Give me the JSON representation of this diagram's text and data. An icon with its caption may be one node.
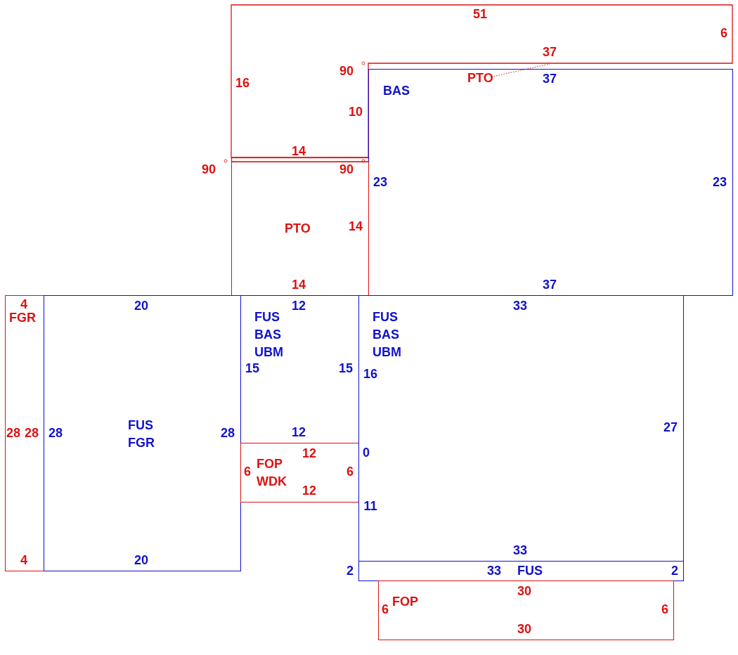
{
  "diagram": {
    "nodes": [
      {
        "text": [],
        "shape": "box"
      },
      {
        "text": [
          "BAS"
        ]
      },
      {
        "text": [
          "PTO"
        ],
        "in": 1
      },
      {
        "text": [
          "PTO"
        ]
      },
      {
        "text": [
          "FGR"
        ]
      },
      {
        "text": [
          "FUS FGR"
        ]
      },
      {
        "text": [
          "FUS BAS UBM"
        ]
      },
      {
        "text": [
          "FOP WDK"
        ]
      },
      {
        "text": [
          "FUS BAS UBM"
        ]
      },
      {
        "text": [
          "FUS"
        ]
      },
      {
        "text": [
          "FOP"
        ]
      }
    ],
    "edges": [
      {
        "from": 2,
        "to": 0,
        "arrow": "none",
        "style": "dashed"
      }
    ],
    "labels": [
      "51",
      "6",
      "37",
      "90",
      "37",
      "16",
      "10",
      "14",
      "90",
      "90",
      "23",
      "23",
      "14",
      "14",
      "37",
      "4",
      "20",
      "12",
      "33",
      "15",
      "15",
      "16",
      "27",
      "28",
      "28",
      "28",
      "28",
      "12",
      "12",
      "0",
      "6",
      "6",
      "12",
      "11",
      "33",
      "4",
      "20",
      "2",
      "33",
      "2",
      "30",
      "6",
      "6",
      "30"
    ]
  }
}
